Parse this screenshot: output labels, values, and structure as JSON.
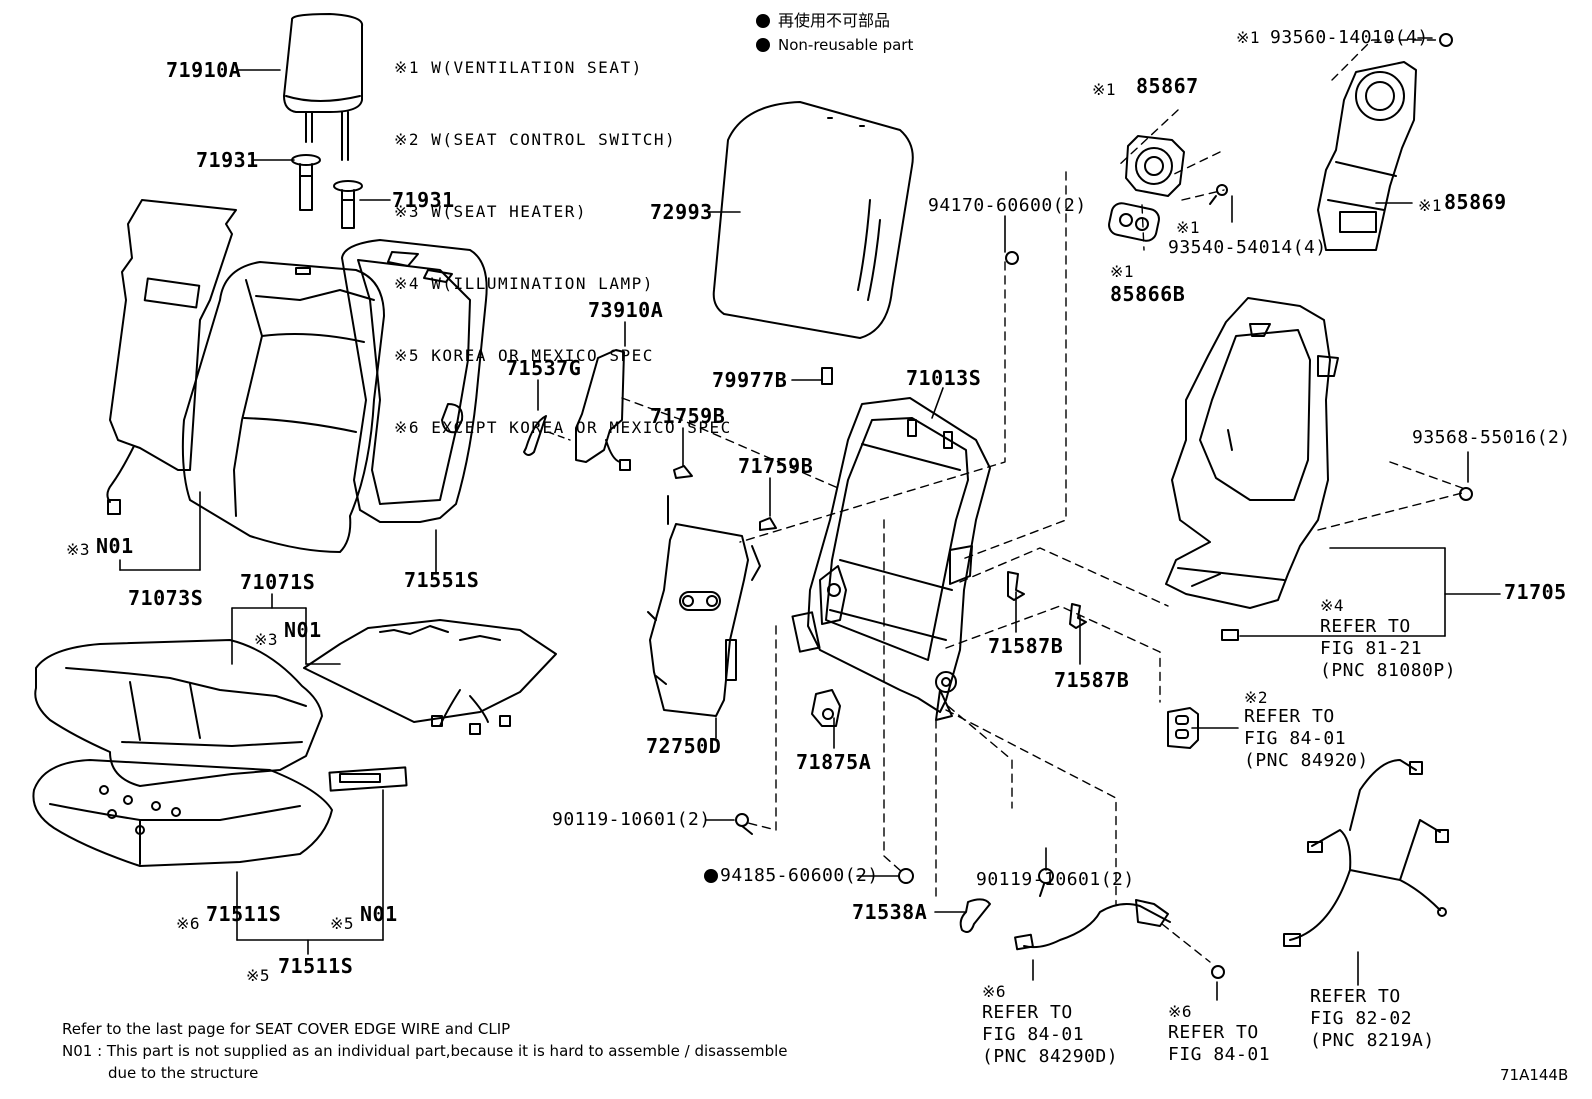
{
  "legend": [
    {
      "mark": "※1",
      "text": "W(VENTILATION SEAT)"
    },
    {
      "mark": "※2",
      "text": "W(SEAT CONTROL SWITCH)"
    },
    {
      "mark": "※3",
      "text": "W(SEAT HEATER)"
    },
    {
      "mark": "※4",
      "text": "W(ILLUMINATION LAMP)"
    },
    {
      "mark": "※5",
      "text": "KOREA OR MEXICO SPEC"
    },
    {
      "mark": "※6",
      "text": "EXCEPT KOREA OR MEXICO SPEC"
    }
  ],
  "nonreusable": {
    "jp": "再使用不可部品",
    "en": "Non-reusable part"
  },
  "parts": {
    "p71910A": "71910A",
    "p71931a": "71931",
    "p71931b": "71931",
    "p72993": "72993",
    "p73910A": "73910A",
    "p71537G": "71537G",
    "p79977B": "79977B",
    "p71759Ba": "71759B",
    "p71759Bb": "71759B",
    "p71013S": "71013S",
    "p72750D": "72750D",
    "p71875A": "71875A",
    "p71587Ba": "71587B",
    "p71587Bb": "71587B",
    "p71073S": "71073S",
    "p71551S": "71551S",
    "p71071S": "71071S",
    "p71511Sa": "71511S",
    "p71511Sb": "71511S",
    "p71538A": "71538A",
    "p85867": "85867",
    "p85869": "85869",
    "p85866B": "85866B",
    "p71705": "71705",
    "n01a": "N01",
    "n01b": "N01",
    "n01c": "N01"
  },
  "marks": {
    "m85867": "※1",
    "m85869": "※1",
    "m85866B": "※1",
    "m93540": "※1",
    "m93560": "※1",
    "mN01a": "※3",
    "mN01b": "※3",
    "mN01c": "※5",
    "m71511Sa": "※6",
    "m71511Sb": "※5",
    "mRef4": "※4",
    "mRef2": "※2",
    "mRef6a": "※6",
    "mRef6b": "※6"
  },
  "fasteners": {
    "f93560": "93560-14010(4)",
    "f94170": "94170-60600(2)",
    "f93540": "93540-54014(4)",
    "f93568": "93568-55016(2)",
    "f90119a": "90119-10601(2)",
    "f94185": "94185-60600(2)",
    "f90119b": "90119-10601(2)"
  },
  "refs": {
    "r4": {
      "l1": "REFER TO",
      "l2": "FIG 81-21",
      "l3": "(PNC 81080P)"
    },
    "r2": {
      "l1": "REFER TO",
      "l2": "FIG 84-01",
      "l3": "(PNC 84920)"
    },
    "r6a": {
      "l1": "REFER TO",
      "l2": "FIG 84-01",
      "l3": "(PNC 84290D)"
    },
    "r6b": {
      "l1": "REFER TO",
      "l2": "FIG 84-01"
    },
    "r8": {
      "l1": "REFER TO",
      "l2": "FIG 82-02",
      "l3": "(PNC 8219A)"
    }
  },
  "notes": {
    "line1": "Refer to the last page for SEAT COVER EDGE WIRE and CLIP",
    "line2": "N01 : This part is not supplied as an individual part,because it is hard to assemble / disassemble",
    "line3": "due to the structure"
  },
  "diagram_id": "71A144B"
}
